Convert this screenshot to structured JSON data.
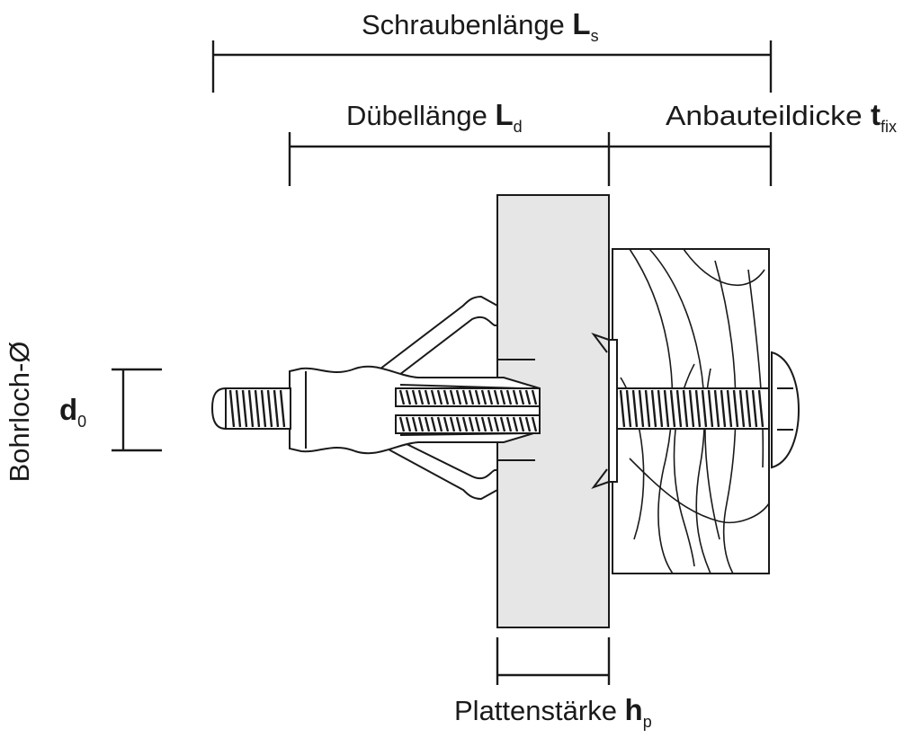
{
  "labels": {
    "screw_length": {
      "text": "Schraubenlänge ",
      "symbol": "L",
      "sub": "s"
    },
    "anchor_length": {
      "text": "Dübellänge ",
      "symbol": "L",
      "sub": "d"
    },
    "fixture_thickness": {
      "text": "Anbauteildicke ",
      "symbol": "t",
      "sub": "fix"
    },
    "drill_hole": {
      "text": "Bohrloch-Ø"
    },
    "drill_diameter": {
      "symbol": "d",
      "sub": "0"
    },
    "board_thickness": {
      "text": "Plattenstärke ",
      "symbol": "h",
      "sub": "p"
    }
  },
  "colors": {
    "line": "#1a1a1a",
    "board_fill": "#e6e6e6",
    "background": "#ffffff"
  }
}
